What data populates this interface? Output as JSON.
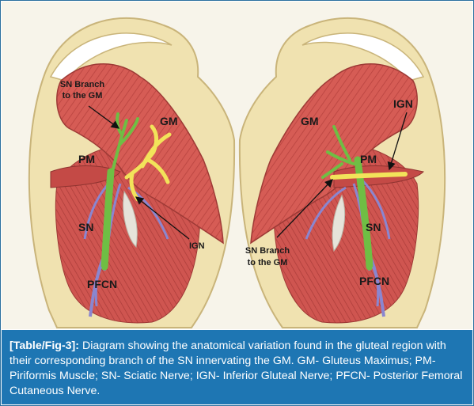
{
  "figure": {
    "labels": {
      "left": {
        "sn_branch_line1": "SN Branch",
        "sn_branch_line2": "to the GM",
        "gm": "GM",
        "pm": "PM",
        "sn": "SN",
        "pfcn": "PFCN",
        "ign": "IGN"
      },
      "right": {
        "ign": "IGN",
        "gm": "GM",
        "pm": "PM",
        "sn_branch_line1": "SN Branch",
        "sn_branch_line2": "to the GM",
        "sn": "SN",
        "pfcn": "PFCN"
      }
    },
    "colors": {
      "background": "#f7f4ea",
      "skin": "#f0e2b0",
      "muscle": "#d65c55",
      "muscle_dark": "#b8433f",
      "sciatic_nerve": "#6fbe44",
      "inferior_gluteal_nerve": "#f2e35a",
      "vessels": "#8a86d0",
      "caption_bg": "#1e76b3"
    }
  },
  "caption": {
    "tag": "[Table/Fig-3]:",
    "text": " Diagram showing the anatomical variation found in the gluteal region with their corresponding branch of the SN innervating the GM. GM- Gluteus Maximus; PM- Piriformis Muscle; SN- Sciatic Nerve; IGN- Inferior Gluteal Nerve; PFCN- Posterior Femoral Cutaneous Nerve."
  }
}
